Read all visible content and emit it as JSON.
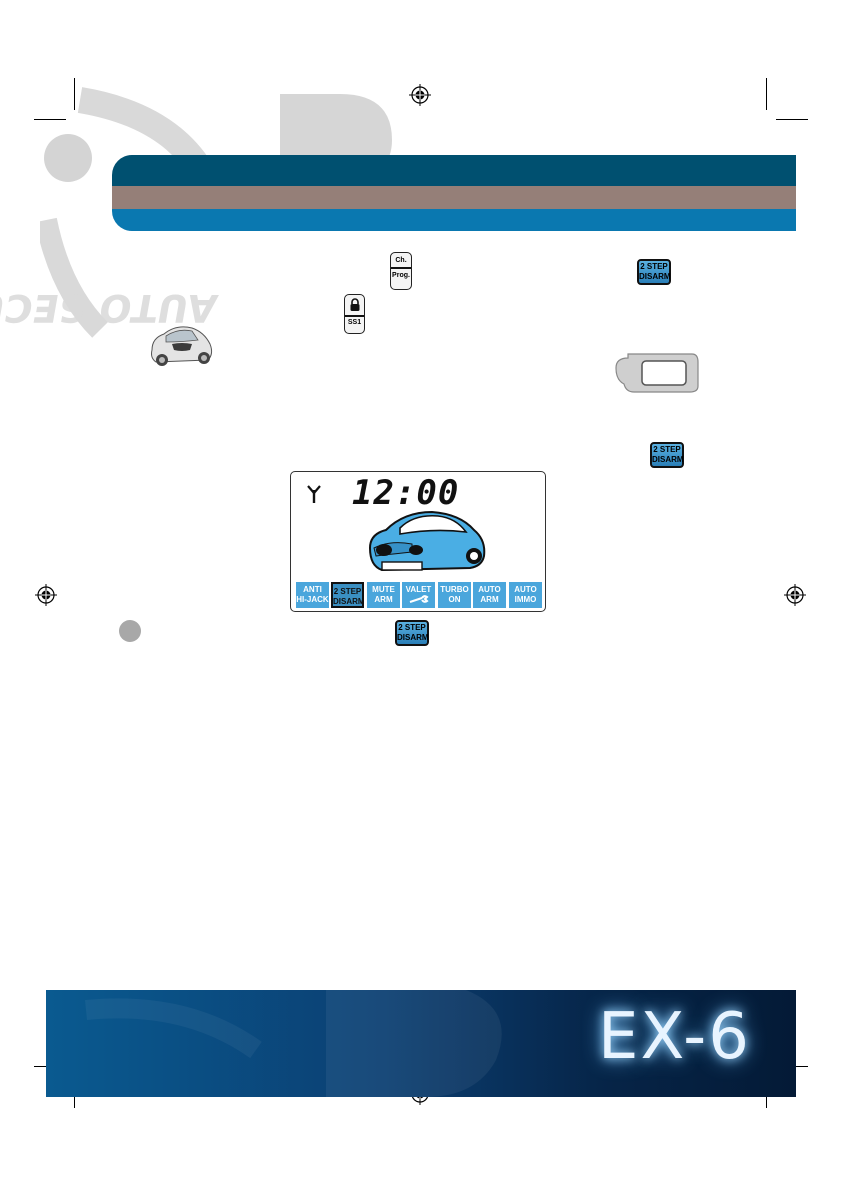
{
  "watermark": {
    "brand_text": "AUTO SECURITY"
  },
  "header_bands": {
    "colors": [
      "#005070",
      "#957f78",
      "#0a78b0"
    ]
  },
  "buttons": {
    "ch_prog": {
      "top": "Ch.",
      "bottom": "Prog."
    },
    "lock_ss1": {
      "label": "SS1"
    },
    "two_step_disarm": {
      "line1": "2 STEP",
      "line2": "DISARM"
    }
  },
  "lcd": {
    "clock": "12:00",
    "indicators": [
      {
        "line1": "ANTI",
        "line2": "HI-JACK"
      },
      {
        "line1": "2 STEP",
        "line2": "DISARM",
        "active": true
      },
      {
        "line1": "MUTE",
        "line2": "ARM"
      },
      {
        "line1": "VALET",
        "line2": ""
      },
      {
        "line1": "TURBO",
        "line2": "ON"
      },
      {
        "line1": "AUTO",
        "line2": "ARM"
      },
      {
        "line1": "AUTO",
        "line2": "IMMO"
      }
    ]
  },
  "footer": {
    "model": "EX-6"
  }
}
